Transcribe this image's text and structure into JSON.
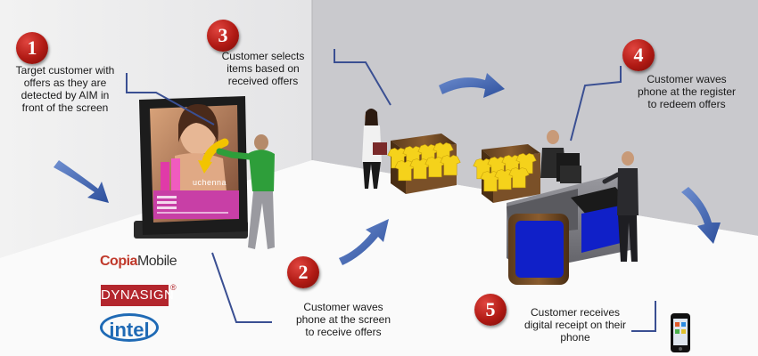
{
  "steps": [
    {
      "number": "1",
      "caption": [
        "Target customer with",
        "offers as they are",
        "detected by AIM in",
        "front of the screen"
      ]
    },
    {
      "number": "2",
      "caption": [
        "Customer waves",
        "phone at the screen",
        "to receive offers"
      ]
    },
    {
      "number": "3",
      "caption": [
        "Customer selects",
        "items based on",
        "received offers"
      ]
    },
    {
      "number": "4",
      "caption": [
        "Customer waves",
        "phone at the register",
        "to redeem offers"
      ]
    },
    {
      "number": "5",
      "caption": [
        "Customer receives",
        "digital receipt on their",
        "phone"
      ]
    }
  ],
  "logos": {
    "copia_part1": "Copia",
    "copia_part2": "Mobile",
    "dynasign": "DYNASIGN",
    "dynasign_mark": "®",
    "intel": "intel"
  },
  "screen_ad": {
    "brand": "uchenna"
  },
  "colors": {
    "wall": "#c8c8cc",
    "badge": "#b01a14",
    "arrow": "#3b5da8",
    "shirt": "#f5d21b",
    "counter_blue": "#1020c8"
  }
}
